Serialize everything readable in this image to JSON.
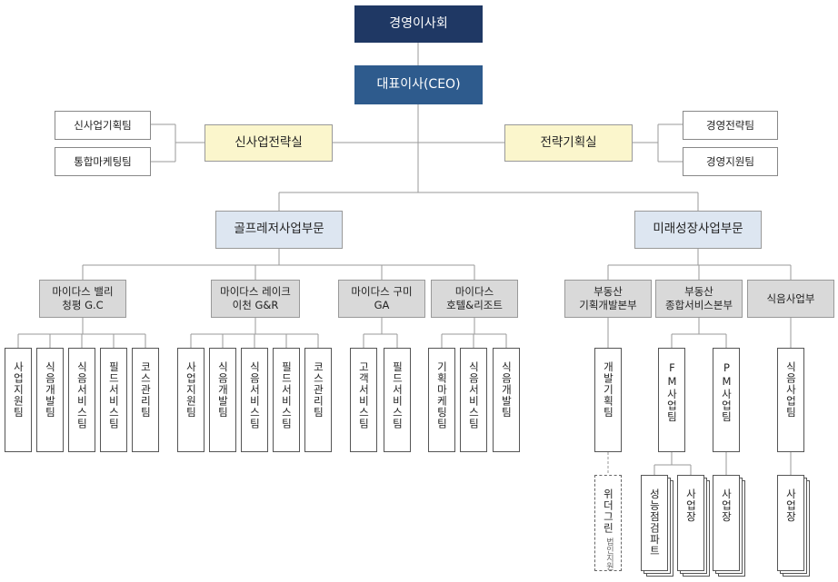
{
  "board": "경영이사회",
  "ceo": "대표이사(CEO)",
  "left_office": {
    "name": "신사업전략실",
    "teams": [
      "신사업기획팀",
      "통합마케팅팀"
    ]
  },
  "right_office": {
    "name": "전략기획실",
    "teams": [
      "경영전략팀",
      "경영지원팀"
    ]
  },
  "golf": {
    "name": "골프레저사업부문",
    "units": [
      {
        "name": [
          "마이다스 밸리",
          "청평 G.C"
        ],
        "teams": [
          "사업지원팀",
          "식음개발팀",
          "식음서비스팀",
          "필드서비스팀",
          "코스관리팀"
        ]
      },
      {
        "name": [
          "마이다스 레이크",
          "이천 G&R"
        ],
        "teams": [
          "사업지원팀",
          "식음개발팀",
          "식음서비스팀",
          "필드서비스팀",
          "코스관리팀"
        ]
      },
      {
        "name": [
          "마이다스 구미",
          "GA"
        ],
        "teams": [
          "고객서비스팀",
          "필드서비스팀"
        ]
      },
      {
        "name": [
          "마이다스",
          "호텔&리조트"
        ],
        "teams": [
          "기획마케팅팀",
          "식음서비스팀",
          "식음개발팀"
        ]
      }
    ]
  },
  "future": {
    "name": "미래성장사업부문",
    "units": [
      {
        "name": [
          "부동산",
          "기획개발본부"
        ],
        "teams": [
          "개발기획팀"
        ]
      },
      {
        "name": [
          "부동산",
          "종합서비스본부"
        ],
        "teams": [
          "FM사업팀",
          "PM사업팀"
        ]
      },
      {
        "name": [
          "식음사업부"
        ],
        "teams": [
          "식음사업팀"
        ]
      }
    ]
  },
  "subs": {
    "widergreen": "위더그린",
    "widergreen_note": "법인지원",
    "perf": "성능점검파트",
    "site1": "사업장",
    "site2": "사업장",
    "site3": "사업장"
  }
}
